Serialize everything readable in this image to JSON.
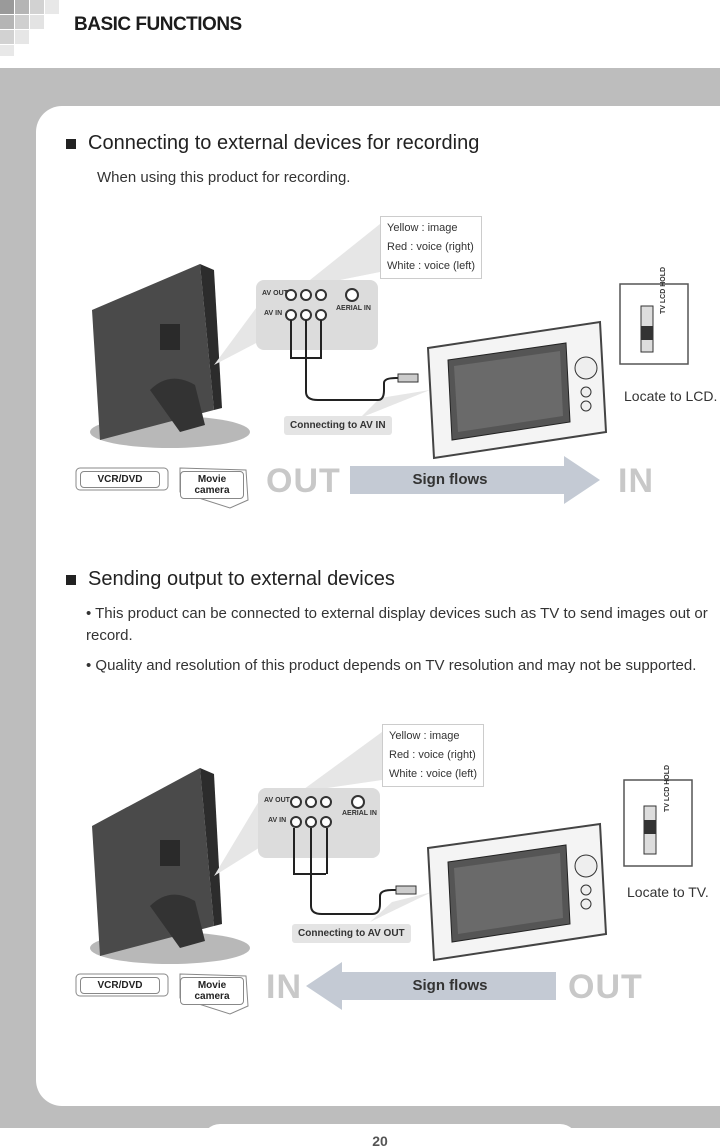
{
  "header": {
    "title": "BASIC FUNCTIONS"
  },
  "section1": {
    "heading": "Connecting to external devices for recording",
    "intro": "When using this product for recording.",
    "legend": [
      "Yellow : image",
      "Red : voice (right)",
      "White : voice (left)"
    ],
    "panel_labels": {
      "av_out": "AV OUT",
      "av_in": "AV IN",
      "aerial_in": "AERIAL IN"
    },
    "switch_label": "TV LCD HOLD",
    "connect": "Connecting to AV IN",
    "locate": "Locate to LCD.",
    "tags": [
      "VCR/DVD",
      "Movie camera"
    ],
    "flow_left": "OUT",
    "flow_label": "Sign flows",
    "flow_right": "IN"
  },
  "section2": {
    "heading": "Sending output to external devices",
    "bullets": [
      "• This product can be connected to external display devices such as TV to send images out or record.",
      "• Quality and resolution of this product depends on TV resolution and may not be supported."
    ],
    "legend": [
      "Yellow : image",
      "Red : voice (right)",
      "White : voice (left)"
    ],
    "panel_labels": {
      "av_out": "AV OUT",
      "av_in": "AV IN",
      "aerial_in": "AERIAL IN"
    },
    "switch_label": "TV LCD HOLD",
    "connect": "Connecting to AV OUT",
    "locate": "Locate to TV.",
    "tags": [
      "VCR/DVD",
      "Movie camera"
    ],
    "flow_left": "IN",
    "flow_label": "Sign flows",
    "flow_right": "OUT"
  },
  "footer": {
    "page_number": "20"
  },
  "colors": {
    "band": "#bdbdbd",
    "arrow": "#c4cad4",
    "big_word": "#c8c8c8"
  }
}
